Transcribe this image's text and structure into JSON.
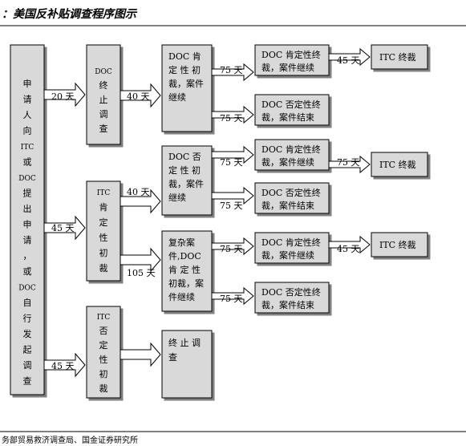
{
  "title": "：美国反补贴调查程序图示",
  "source": "务部贸易救济调查局、国金证券研究所",
  "boxes": {
    "apply": "申请人向ITC或DOC提出申请，或DOC自行发起调查",
    "doc_term": "DOC终止调查",
    "itc_pos": "ITC肯定性初裁",
    "itc_neg": "ITC否定性初裁",
    "doc_prelim_pos": "DOC 肯定性初裁，案件继续",
    "doc_prelim_neg": "DOC 否定性初裁，案件继续",
    "complex": "复杂案件，DOC肯定性初裁，案件继续",
    "term": "终止调查",
    "doc_final_pos": "DOC肯定性终裁，案件继续",
    "doc_final_neg": "DOC否定性终裁，案件结束",
    "itc_final": "ITC 终裁"
  },
  "labels": {
    "d20": "20 天",
    "d40": "40 天",
    "d45": "45 天",
    "d75": "75 天",
    "d105": "105 天"
  }
}
